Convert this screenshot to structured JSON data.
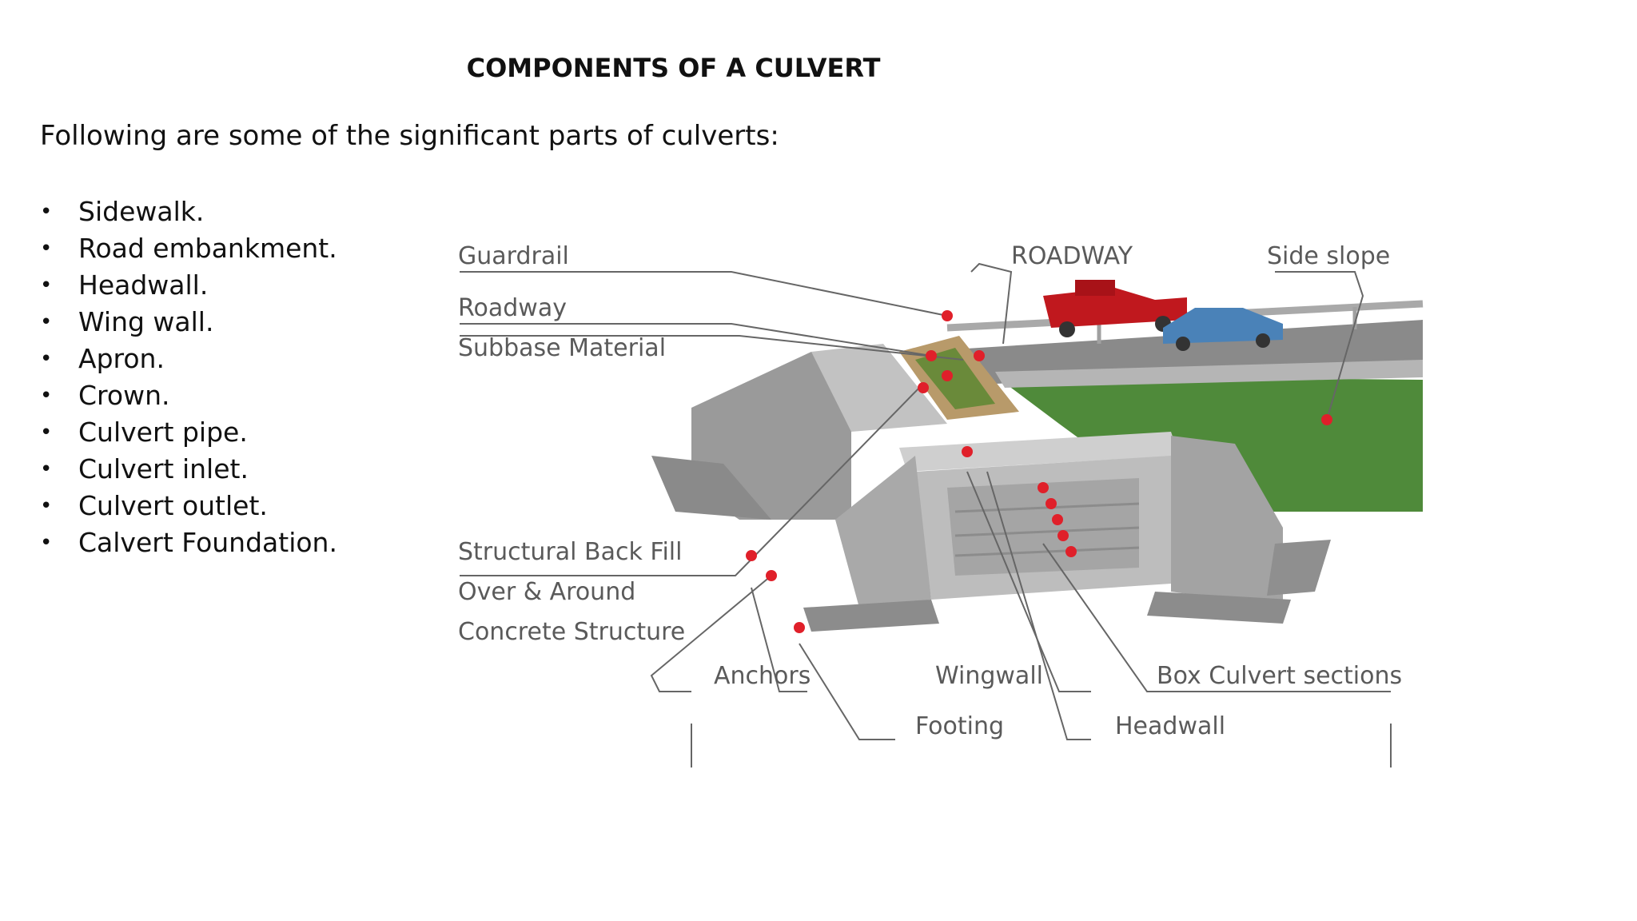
{
  "title": "COMPONENTS OF A CULVERT",
  "intro": "Following are some of the significant parts of culverts:",
  "bullet_symbol": "•",
  "bullets": [
    "Sidewalk.",
    "Road embankment.",
    "Headwall.",
    "Wing wall.",
    "Apron.",
    "Crown.",
    "Culvert pipe.",
    "Culvert inlet.",
    "Culvert outlet.",
    "Calvert Foundation."
  ],
  "diagram": {
    "labels": {
      "guardrail": "Guardrail",
      "roadway_top": "ROADWAY",
      "side_slope": "Side slope",
      "roadway": "Roadway",
      "subbase": "Subbase Material",
      "backfill_1": "Structural Back Fill",
      "backfill_2": "Over  & Around",
      "backfill_3": "Concrete Structure",
      "anchors": "Anchors",
      "wingwall": "Wingwall",
      "box_sections": "Box Culvert sections",
      "footing": "Footing",
      "headwall": "Headwall"
    },
    "colors": {
      "concrete": "#9a9a9a",
      "grass": "#4f8a3a",
      "truck": "#c0181e",
      "car": "#4a82b8",
      "marker": "#e0202a",
      "leader": "#666666"
    }
  }
}
